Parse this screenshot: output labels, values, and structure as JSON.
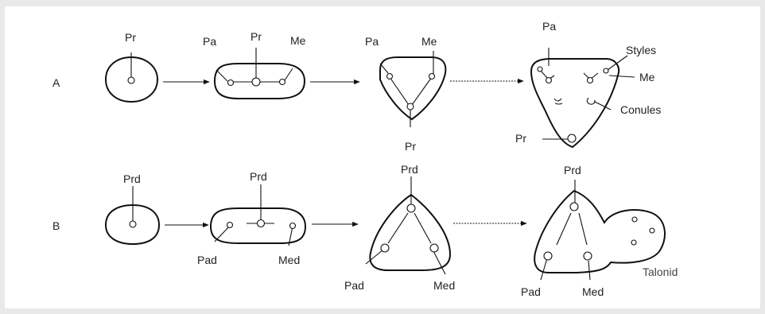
{
  "rows": {
    "a": {
      "label": "A"
    },
    "b": {
      "label": "B"
    }
  },
  "labels": {
    "pr": "Pr",
    "pa": "Pa",
    "me": "Me",
    "styles": "Styles",
    "conules": "Conules",
    "prd": "Prd",
    "pad": "Pad",
    "med": "Med",
    "talonid": "Talonid"
  },
  "colors": {
    "background": "#e9e9e9",
    "panel": "#ffffff",
    "ink": "#111111"
  }
}
